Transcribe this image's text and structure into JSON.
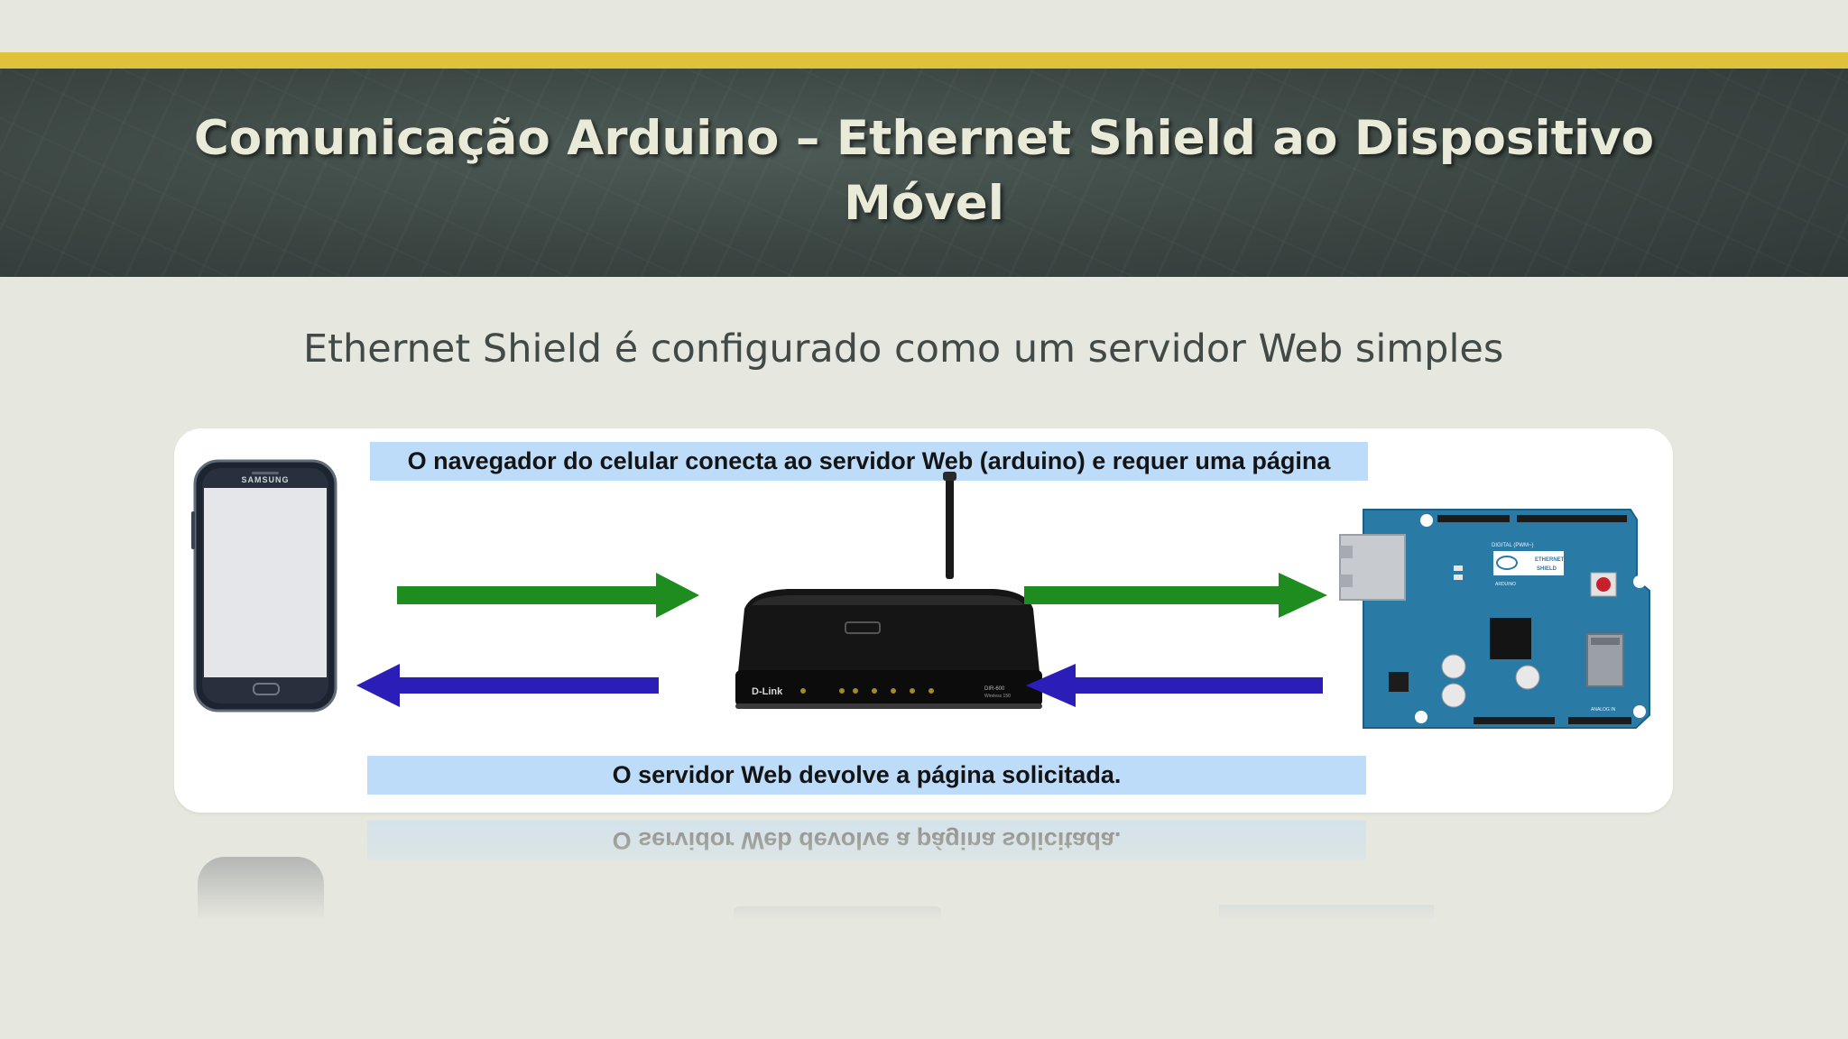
{
  "slide": {
    "title": "Comunicação Arduino – Ethernet Shield ao Dispositivo Móvel",
    "subtitle": "Ethernet Shield é configurado como um servidor Web simples"
  },
  "diagram": {
    "caption_top": "O navegador do celular conecta ao servidor Web (arduino) e requer uma página",
    "caption_bottom": "O servidor Web devolve a página solicitada.",
    "phone_brand": "SAMSUNG",
    "router_brand": "D-Link",
    "router_model": "DIR-600",
    "router_sub": "Wireless 150",
    "shield_label_1": "ETHERNET",
    "shield_label_2": "SHIELD",
    "shield_maker": "ARDUINO",
    "shield_version": "DIGITAL (PWM~)",
    "shield_analog": "ANALOG IN",
    "colors": {
      "request_arrow": "#1e8c1e",
      "response_arrow": "#2b1db8",
      "caption_bg": "#bcdcfa",
      "board": "#2a7aa6",
      "accent_bar": "#dfc23a"
    }
  }
}
